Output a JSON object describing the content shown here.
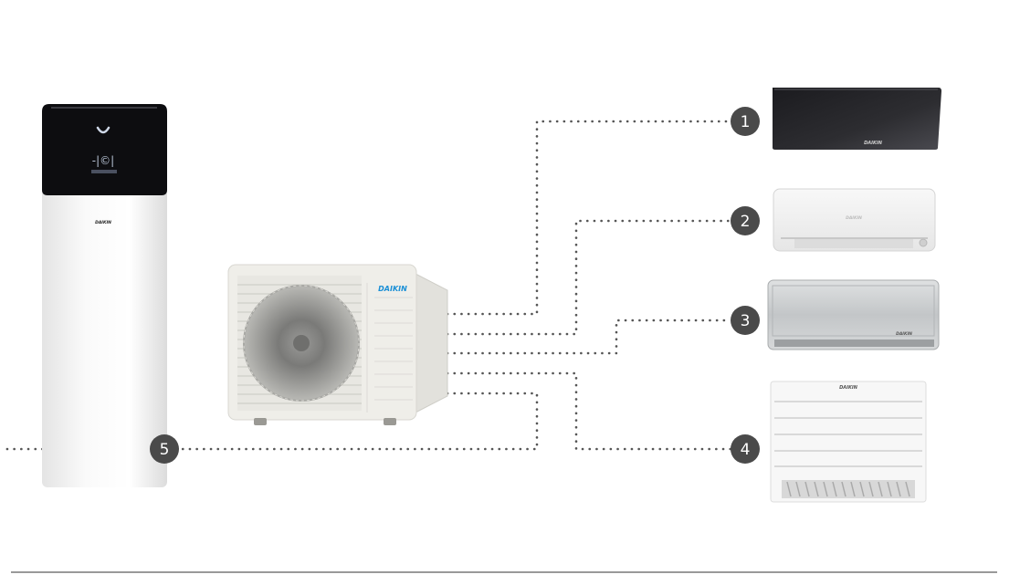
{
  "brand": {
    "logo_text": "DAIKIN",
    "logo_color": "#1a8fd6"
  },
  "colors": {
    "connector": "#555555",
    "badge": "#4a4a4a",
    "divider": "#333333",
    "tank_panel": "#0d0d10",
    "unit_body": "#eeede8",
    "dark_unit": "#2a2a2e",
    "silver_unit": "#c9cbcc"
  },
  "connections": [
    {
      "number": "1",
      "target": "black wall-mounted indoor unit"
    },
    {
      "number": "2",
      "target": "white wall-mounted indoor unit"
    },
    {
      "number": "3",
      "target": "silver wall-mounted indoor unit"
    },
    {
      "number": "4",
      "target": "floor-standing indoor unit"
    },
    {
      "number": "5",
      "target": "hot water tank unit"
    }
  ],
  "icons": {
    "outdoor_unit": "outdoor-unit-icon",
    "tank": "hot-water-tank-icon",
    "wall_unit": "wall-unit-icon",
    "floor_unit": "floor-unit-icon"
  }
}
